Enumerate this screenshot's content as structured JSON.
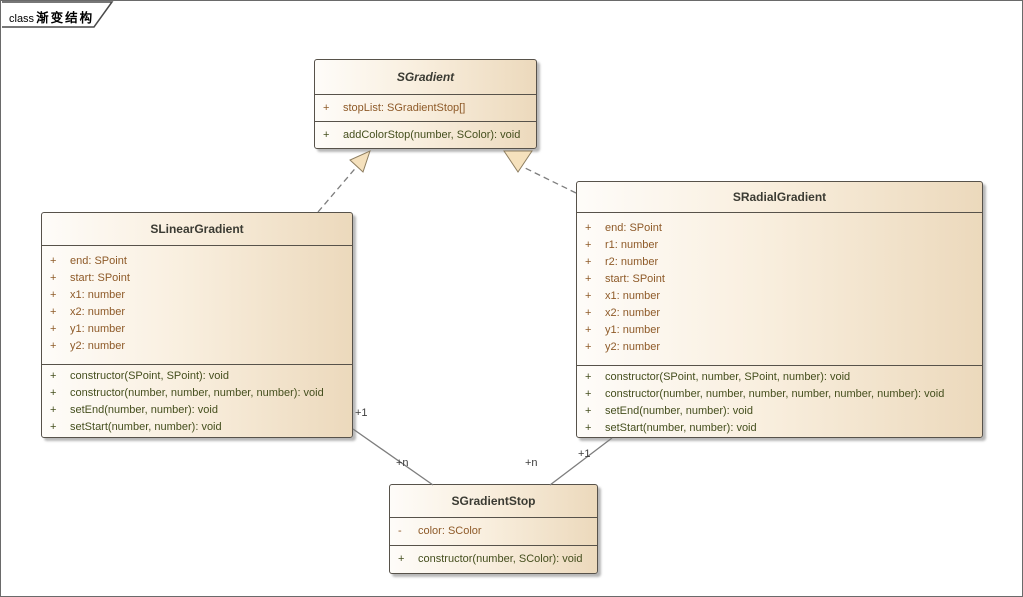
{
  "frame": {
    "keyword": "class",
    "title": "渐变结构"
  },
  "classes": [
    {
      "name": "SGradient",
      "abstract": true,
      "attributes": [
        {
          "vis": "+",
          "text": "stopList: SGradientStop[]"
        }
      ],
      "operations": [
        {
          "vis": "+",
          "text": "addColorStop(number, SColor): void"
        }
      ]
    },
    {
      "name": "SLinearGradient",
      "abstract": false,
      "attributes": [
        {
          "vis": "+",
          "text": "end: SPoint"
        },
        {
          "vis": "+",
          "text": "start: SPoint"
        },
        {
          "vis": "+",
          "text": "x1: number"
        },
        {
          "vis": "+",
          "text": "x2: number"
        },
        {
          "vis": "+",
          "text": "y1: number"
        },
        {
          "vis": "+",
          "text": "y2: number"
        }
      ],
      "operations": [
        {
          "vis": "+",
          "text": "constructor(SPoint, SPoint): void"
        },
        {
          "vis": "+",
          "text": "constructor(number, number, number, number): void"
        },
        {
          "vis": "+",
          "text": "setEnd(number, number): void"
        },
        {
          "vis": "+",
          "text": "setStart(number, number): void"
        }
      ]
    },
    {
      "name": "SRadialGradient",
      "abstract": false,
      "attributes": [
        {
          "vis": "+",
          "text": "end: SPoint"
        },
        {
          "vis": "+",
          "text": "r1: number"
        },
        {
          "vis": "+",
          "text": "r2: number"
        },
        {
          "vis": "+",
          "text": "start: SPoint"
        },
        {
          "vis": "+",
          "text": "x1: number"
        },
        {
          "vis": "+",
          "text": "x2: number"
        },
        {
          "vis": "+",
          "text": "y1: number"
        },
        {
          "vis": "+",
          "text": "y2: number"
        }
      ],
      "operations": [
        {
          "vis": "+",
          "text": "constructor(SPoint, number, SPoint, number): void"
        },
        {
          "vis": "+",
          "text": "constructor(number, number, number, number, number, number): void"
        },
        {
          "vis": "+",
          "text": "setEnd(number, number): void"
        },
        {
          "vis": "+",
          "text": "setStart(number, number): void"
        }
      ]
    },
    {
      "name": "SGradientStop",
      "abstract": false,
      "attributes": [
        {
          "vis": "-",
          "text": "color: SColor"
        }
      ],
      "operations": [
        {
          "vis": "+",
          "text": "constructor(number, SColor): void"
        }
      ]
    }
  ],
  "relations": {
    "generalizations": [
      {
        "from": "SLinearGradient",
        "to": "SGradient"
      },
      {
        "from": "SRadialGradient",
        "to": "SGradient"
      }
    ],
    "associations": [
      {
        "from": "SLinearGradient",
        "to": "SGradientStop",
        "from_label": "+1",
        "to_label": "+n"
      },
      {
        "from": "SRadialGradient",
        "to": "SGradientStop",
        "from_label": "+1",
        "to_label": "+n"
      }
    ]
  },
  "colors": {
    "box_fill_light": "#fefcf9",
    "box_fill_dark": "#ecd9bc",
    "box_border": "#57524a",
    "attribute_text": "#8e5a28",
    "operation_text": "#454f1e",
    "title_text": "#3b3b33",
    "connector_line": "#7d7d7d",
    "triangle_fill": "#f5e1bd"
  }
}
